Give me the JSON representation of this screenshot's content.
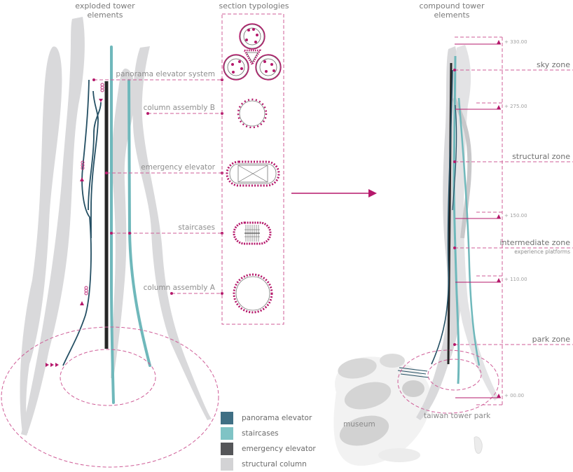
{
  "titles": {
    "exploded": [
      "exploded tower",
      "elements"
    ],
    "section": "section typologies",
    "compound": [
      "compound tower",
      "elements"
    ]
  },
  "callouts": [
    {
      "id": "panorama-elevator-system",
      "label": "panorama elevator system"
    },
    {
      "id": "column-assembly-b",
      "label": "column assembly B"
    },
    {
      "id": "emergency-elevator",
      "label": "emergency elevator"
    },
    {
      "id": "staircases",
      "label": "staircases"
    },
    {
      "id": "column-assembly-a",
      "label": "column assembly A"
    }
  ],
  "zones": [
    {
      "id": "sky-zone",
      "label": "sky zone"
    },
    {
      "id": "structural-zone",
      "label": "structural zone"
    },
    {
      "id": "intermediate-zone",
      "label": "intermediate zone",
      "sublabel": "experience platforms"
    },
    {
      "id": "park-zone",
      "label": "park zone"
    }
  ],
  "elevations": [
    "+ 330.00",
    "+ 275.00",
    "+ 150.00",
    "+ 110.00",
    "+ 00.00"
  ],
  "places": {
    "museum": "museum",
    "park": "taiwan tower park"
  },
  "legend": [
    {
      "label": "panorama elevator",
      "color": "#3f6f84"
    },
    {
      "label": "staircases",
      "color": "#7fc3c5"
    },
    {
      "label": "emergency elevator",
      "color": "#555659"
    },
    {
      "label": "structural column",
      "color": "#d3d3d5"
    }
  ],
  "colors": {
    "accent": "#b5186b",
    "dashed": "#cf5d97",
    "column": "#d6d6d8",
    "stair": "#6fb8bb",
    "panorama": "#244f63",
    "emergency": "#262626"
  }
}
